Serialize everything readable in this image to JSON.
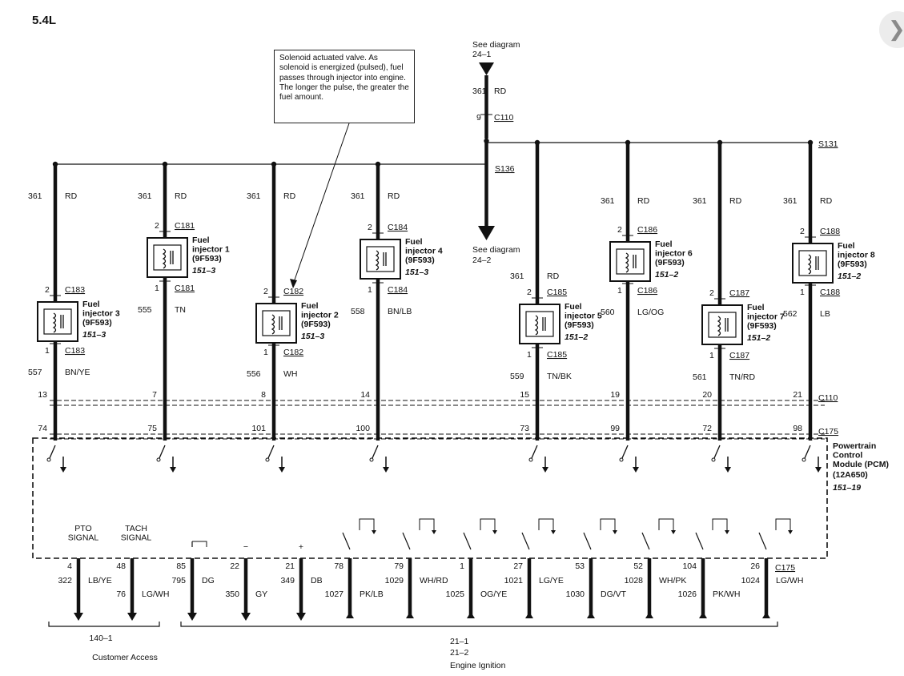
{
  "title": "5.4L",
  "close_icon": "chevron-right-icon",
  "note": "Solenoid actuated valve. As solenoid is energized (pulsed), fuel passes through injector into engine. The longer the pulse, the greater the fuel amount.",
  "top_feed": {
    "see_diagram": "See diagram",
    "diagram_ref": "24–1",
    "marker": "G",
    "circuit": "361",
    "color": "RD",
    "pin": "9",
    "connector": "C110"
  },
  "splices": {
    "right": "S131",
    "left": "S136"
  },
  "bottom_feed": {
    "see_diagram": "See diagram",
    "diagram_ref": "24–2",
    "marker": "H"
  },
  "feed_wire": {
    "circuit": "361",
    "color": "RD"
  },
  "injectors": [
    {
      "name": "Fuel\ninjector 3",
      "part": "(9F593)",
      "ref": "151–3",
      "conn": "C183",
      "top_pin": "2",
      "bot_pin": "1",
      "circuit": "557",
      "color": "BN/YE",
      "c110_pin": "13",
      "c175_pin": "74"
    },
    {
      "name": "Fuel\ninjector 1",
      "part": "(9F593)",
      "ref": "151–3",
      "conn": "C181",
      "top_pin": "2",
      "bot_pin": "1",
      "circuit": "555",
      "color": "TN",
      "c110_pin": "7",
      "c175_pin": "75"
    },
    {
      "name": "Fuel\ninjector 2",
      "part": "(9F593)",
      "ref": "151–3",
      "conn": "C182",
      "top_pin": "2",
      "bot_pin": "1",
      "circuit": "556",
      "color": "WH",
      "c110_pin": "8",
      "c175_pin": "101"
    },
    {
      "name": "Fuel\ninjector 4",
      "part": "(9F593)",
      "ref": "151–3",
      "conn": "C184",
      "top_pin": "2",
      "bot_pin": "1",
      "circuit": "558",
      "color": "BN/LB",
      "c110_pin": "14",
      "c175_pin": "100"
    },
    {
      "name": "Fuel\ninjector 5",
      "part": "(9F593)",
      "ref": "151–2",
      "conn": "C185",
      "top_pin": "2",
      "bot_pin": "1",
      "circuit": "559",
      "color": "TN/BK",
      "c110_pin": "15",
      "c175_pin": "73"
    },
    {
      "name": "Fuel\ninjector 6",
      "part": "(9F593)",
      "ref": "151–2",
      "conn": "C186",
      "top_pin": "2",
      "bot_pin": "1",
      "circuit": "560",
      "color": "LG/OG",
      "c110_pin": "19",
      "c175_pin": "99"
    },
    {
      "name": "Fuel\ninjector 7",
      "part": "(9F593)",
      "ref": "151–2",
      "conn": "C187",
      "top_pin": "2",
      "bot_pin": "1",
      "circuit": "561",
      "color": "TN/RD",
      "c110_pin": "20",
      "c175_pin": "72"
    },
    {
      "name": "Fuel\ninjector 8",
      "part": "(9F593)",
      "ref": "151–2",
      "conn": "C188",
      "top_pin": "2",
      "bot_pin": "1",
      "circuit": "562",
      "color": "LB",
      "c110_pin": "21",
      "c175_pin": "98"
    }
  ],
  "c110_label": "C110",
  "c175_label": "C175",
  "pcm": {
    "name": "Powertrain\nControl\nModule (PCM)",
    "part": "(12A650)",
    "ref": "151–19"
  },
  "signals": {
    "pto": "PTO\nSIGNAL",
    "tach": "TACH\nSIGNAL"
  },
  "bottom_wires": [
    {
      "pin": "4",
      "circuit": "322",
      "color": "LB/YE"
    },
    {
      "pin": "48",
      "circuit": "76",
      "color": "LG/WH"
    },
    {
      "pin": "85",
      "circuit": "795",
      "color": "DG"
    },
    {
      "pin": "22",
      "circuit": "350",
      "color": "GY",
      "polarity": "−"
    },
    {
      "pin": "21",
      "circuit": "349",
      "color": "DB",
      "polarity": "+"
    },
    {
      "pin": "78",
      "circuit": "1027",
      "color": "PK/LB"
    },
    {
      "pin": "79",
      "circuit": "1029",
      "color": "WH/RD"
    },
    {
      "pin": "1",
      "circuit": "1025",
      "color": "OG/YE"
    },
    {
      "pin": "27",
      "circuit": "1021",
      "color": "LG/YE"
    },
    {
      "pin": "53",
      "circuit": "1030",
      "color": "DG/VT"
    },
    {
      "pin": "52",
      "circuit": "1028",
      "color": "WH/PK"
    },
    {
      "pin": "104",
      "circuit": "1026",
      "color": "PK/WH"
    },
    {
      "pin": "26",
      "circuit": "1024",
      "color": "LG/WH"
    }
  ],
  "groups": {
    "customer_ref": "140–1",
    "customer_label": "Customer Access",
    "engine_ref1": "21–1",
    "engine_ref2": "21–2",
    "engine_label": "Engine Ignition"
  }
}
